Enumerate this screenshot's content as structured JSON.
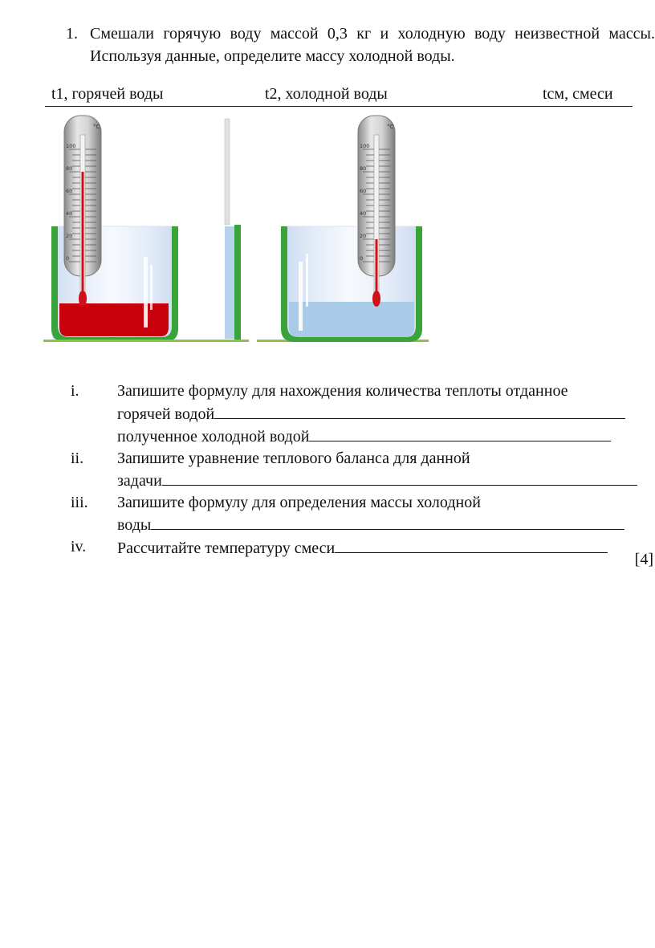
{
  "problem": {
    "number": "1.",
    "text": "Смешали горячую воду массой 0,3 кг и холодную воду неизвестной массы. Используя данные, определите массу холодной воды."
  },
  "headers": {
    "t1": "t1, горячей воды",
    "t2": "t2, холодной воды",
    "tmix": "tсм, смеси"
  },
  "thermometer": {
    "unit": "°С",
    "scale": [
      "100",
      "80",
      "60",
      "40",
      "20",
      "0"
    ],
    "hot_reading": 80,
    "cold_reading": 20
  },
  "colors": {
    "hot_water": "#c8000c",
    "cold_water": "#a9cbe8",
    "beaker_rim": "#3aa33a",
    "mercury": "#d01018"
  },
  "tasks": [
    {
      "roman": "i.",
      "line1": "Запишите формулу для нахождения количества теплоты отданное",
      "line2": "горячей водой",
      "line3": "полученное холодной водой"
    },
    {
      "roman": "ii.",
      "line1": "Запишите уравнение теплового баланса для данной",
      "line2": "задачи"
    },
    {
      "roman": "iii.",
      "line1": "Запишите формулу для определения  массы холодной",
      "line2": "воды"
    },
    {
      "roman": "iv.",
      "line1": "Рассчитайте температуру смеси"
    }
  ],
  "score": "[4]"
}
